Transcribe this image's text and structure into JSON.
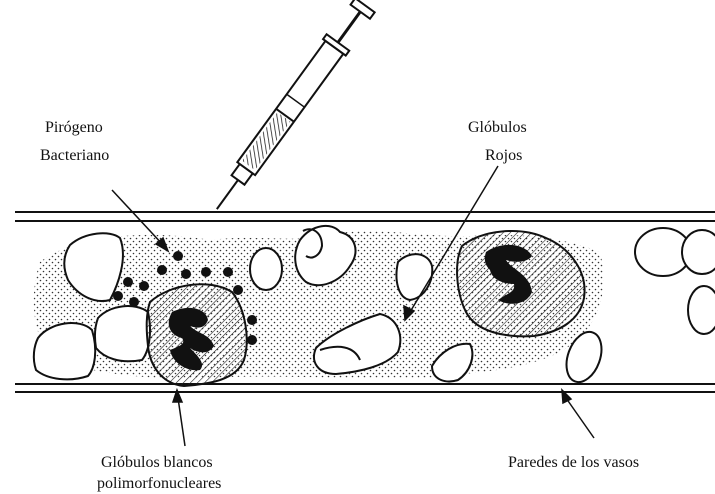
{
  "labels": {
    "pyrogen_line1": "Pirógeno",
    "pyrogen_line2": "Bacteriano",
    "red_cells_line1": "Glóbulos",
    "red_cells_line2": "Rojos",
    "white_cells_line1": "Glóbulos blancos",
    "white_cells_line2": "polimorfonucleares",
    "vessel_walls": "Paredes de los vasos"
  }
}
